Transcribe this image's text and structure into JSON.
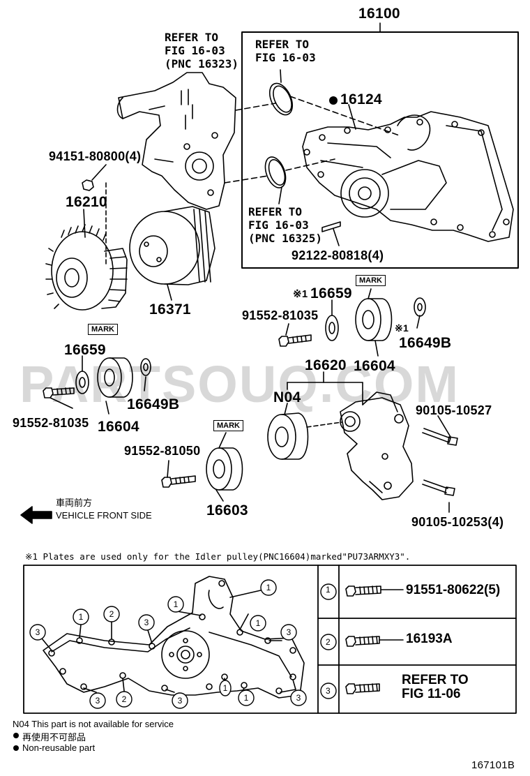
{
  "watermark": "PARTSOUQ.COM",
  "top_group": {
    "pnc": "16100"
  },
  "refer_1": "REFER TO\nFIG 16-03\n(PNC 16323)",
  "refer_2": "REFER TO\nFIG 16-03",
  "refer_3": "REFER TO\nFIG 16-03\n(PNC 16325)",
  "labels": {
    "p16124": "16124",
    "p94151": "94151-80800(4)",
    "p16210": "16210",
    "p16371": "16371",
    "p92122": "92122-80818(4)",
    "p16659_top": "16659",
    "p16659_top_note": "※1",
    "p91552_81035_right": "91552-81035",
    "p16649b_right": "16649B",
    "p16649b_right_note": "※1",
    "p16604_right": "16604",
    "p16620": "16620",
    "pN04": "N04",
    "p90105_10527": "90105-10527",
    "p16659_left": "16659",
    "p16649b_left": "16649B",
    "p91552_81035_left": "91552-81035",
    "p16604_left": "16604",
    "p91552_81050": "91552-81050",
    "p16603": "16603",
    "p90105_10253": "90105-10253(4)",
    "mark": "MARK"
  },
  "vehicle_front": {
    "jp": "車両前方",
    "en": "VEHICLE FRONT SIDE"
  },
  "footnote": "※1 Plates are used only for the Idler pulley(PNC16604)marked\"PU73ARMXY3\".",
  "legend_table": [
    {
      "num": "1",
      "pnc": "91551-80622(5)"
    },
    {
      "num": "2",
      "pnc": "16193A"
    },
    {
      "num": "3",
      "pnc": "REFER TO\nFIG 11-06"
    }
  ],
  "bottom_notes": {
    "n04": "N04  This part is not available for service",
    "jp": "再使用不可部品",
    "en": "Non-reusable part"
  },
  "figure_id": "167101B"
}
